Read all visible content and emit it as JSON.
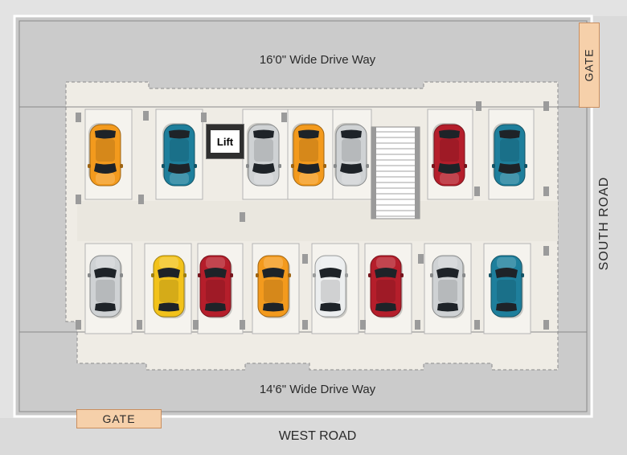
{
  "labels": {
    "drive_top": "16'0\" Wide Drive Way",
    "drive_bottom": "14'6\" Wide Drive Way",
    "west_road": "WEST ROAD",
    "south_road": "SOUTH ROAD",
    "gate_east": "GATE",
    "gate_west": "GATE",
    "lift": "Lift"
  },
  "colors": {
    "orange": "#f39a1d",
    "teal": "#1e7f9c",
    "silver": "#cfd2d4",
    "red": "#b51e2b",
    "yellow": "#f2c21b",
    "white": "#eceeef"
  },
  "cars_top_row": [
    "orange",
    "teal",
    "silver",
    "orange",
    "silver",
    "red",
    "teal"
  ],
  "cars_bottom_row": [
    "silver",
    "yellow",
    "red",
    "orange",
    "white",
    "red",
    "silver",
    "teal"
  ]
}
